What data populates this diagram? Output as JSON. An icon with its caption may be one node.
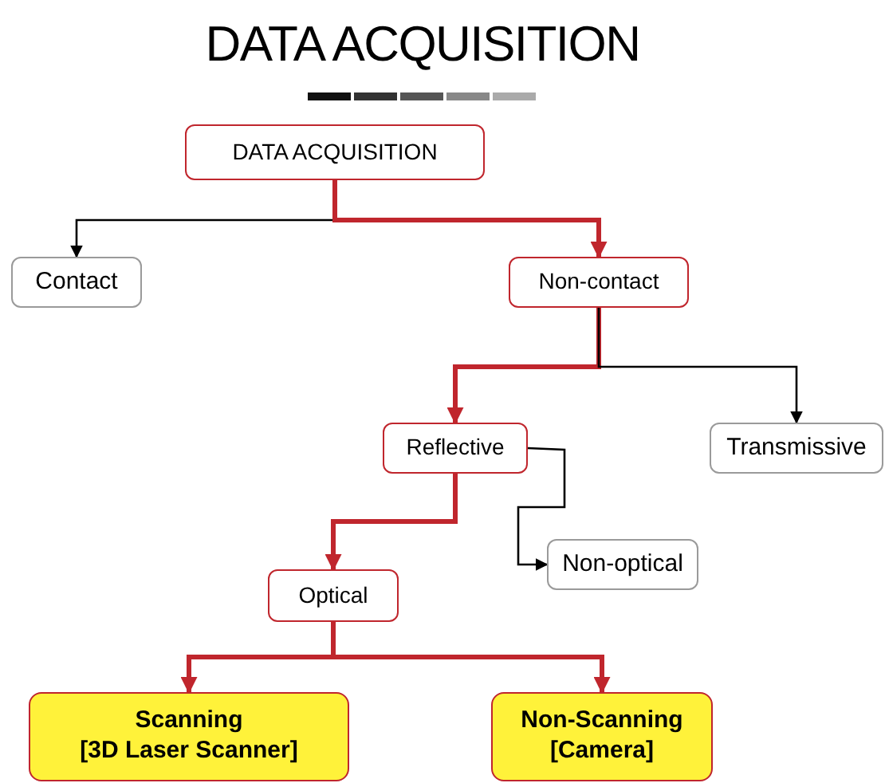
{
  "diagram": {
    "title": "DATA ACQUISITION",
    "nodes": [
      {
        "text": [
          "DATA ACQUISITION"
        ]
      },
      {
        "text": [
          "Contact"
        ]
      },
      {
        "text": [
          "Non-contact"
        ]
      },
      {
        "text": [
          "Reflective"
        ]
      },
      {
        "text": [
          "Transmissive"
        ]
      },
      {
        "text": [
          "Non-optical"
        ]
      },
      {
        "text": [
          "Optical"
        ]
      },
      {
        "text": [
          "Scanning",
          "[3D Laser Scanner]"
        ]
      },
      {
        "text": [
          "Non-Scanning",
          "[Camera]"
        ]
      }
    ],
    "edges": [
      {
        "from": 0,
        "to": 1,
        "arrow": "to",
        "color": "#000000"
      },
      {
        "from": 0,
        "to": 2,
        "arrow": "to"
      },
      {
        "from": 2,
        "to": 3,
        "arrow": "to"
      },
      {
        "from": 2,
        "to": 4,
        "arrow": "to",
        "color": "#000000"
      },
      {
        "from": 3,
        "to": 5,
        "arrow": "to",
        "color": "#000000"
      },
      {
        "from": 3,
        "to": 6,
        "arrow": "to"
      },
      {
        "from": 6,
        "to": 7,
        "arrow": "to"
      },
      {
        "from": 6,
        "to": 8,
        "arrow": "to"
      }
    ]
  }
}
